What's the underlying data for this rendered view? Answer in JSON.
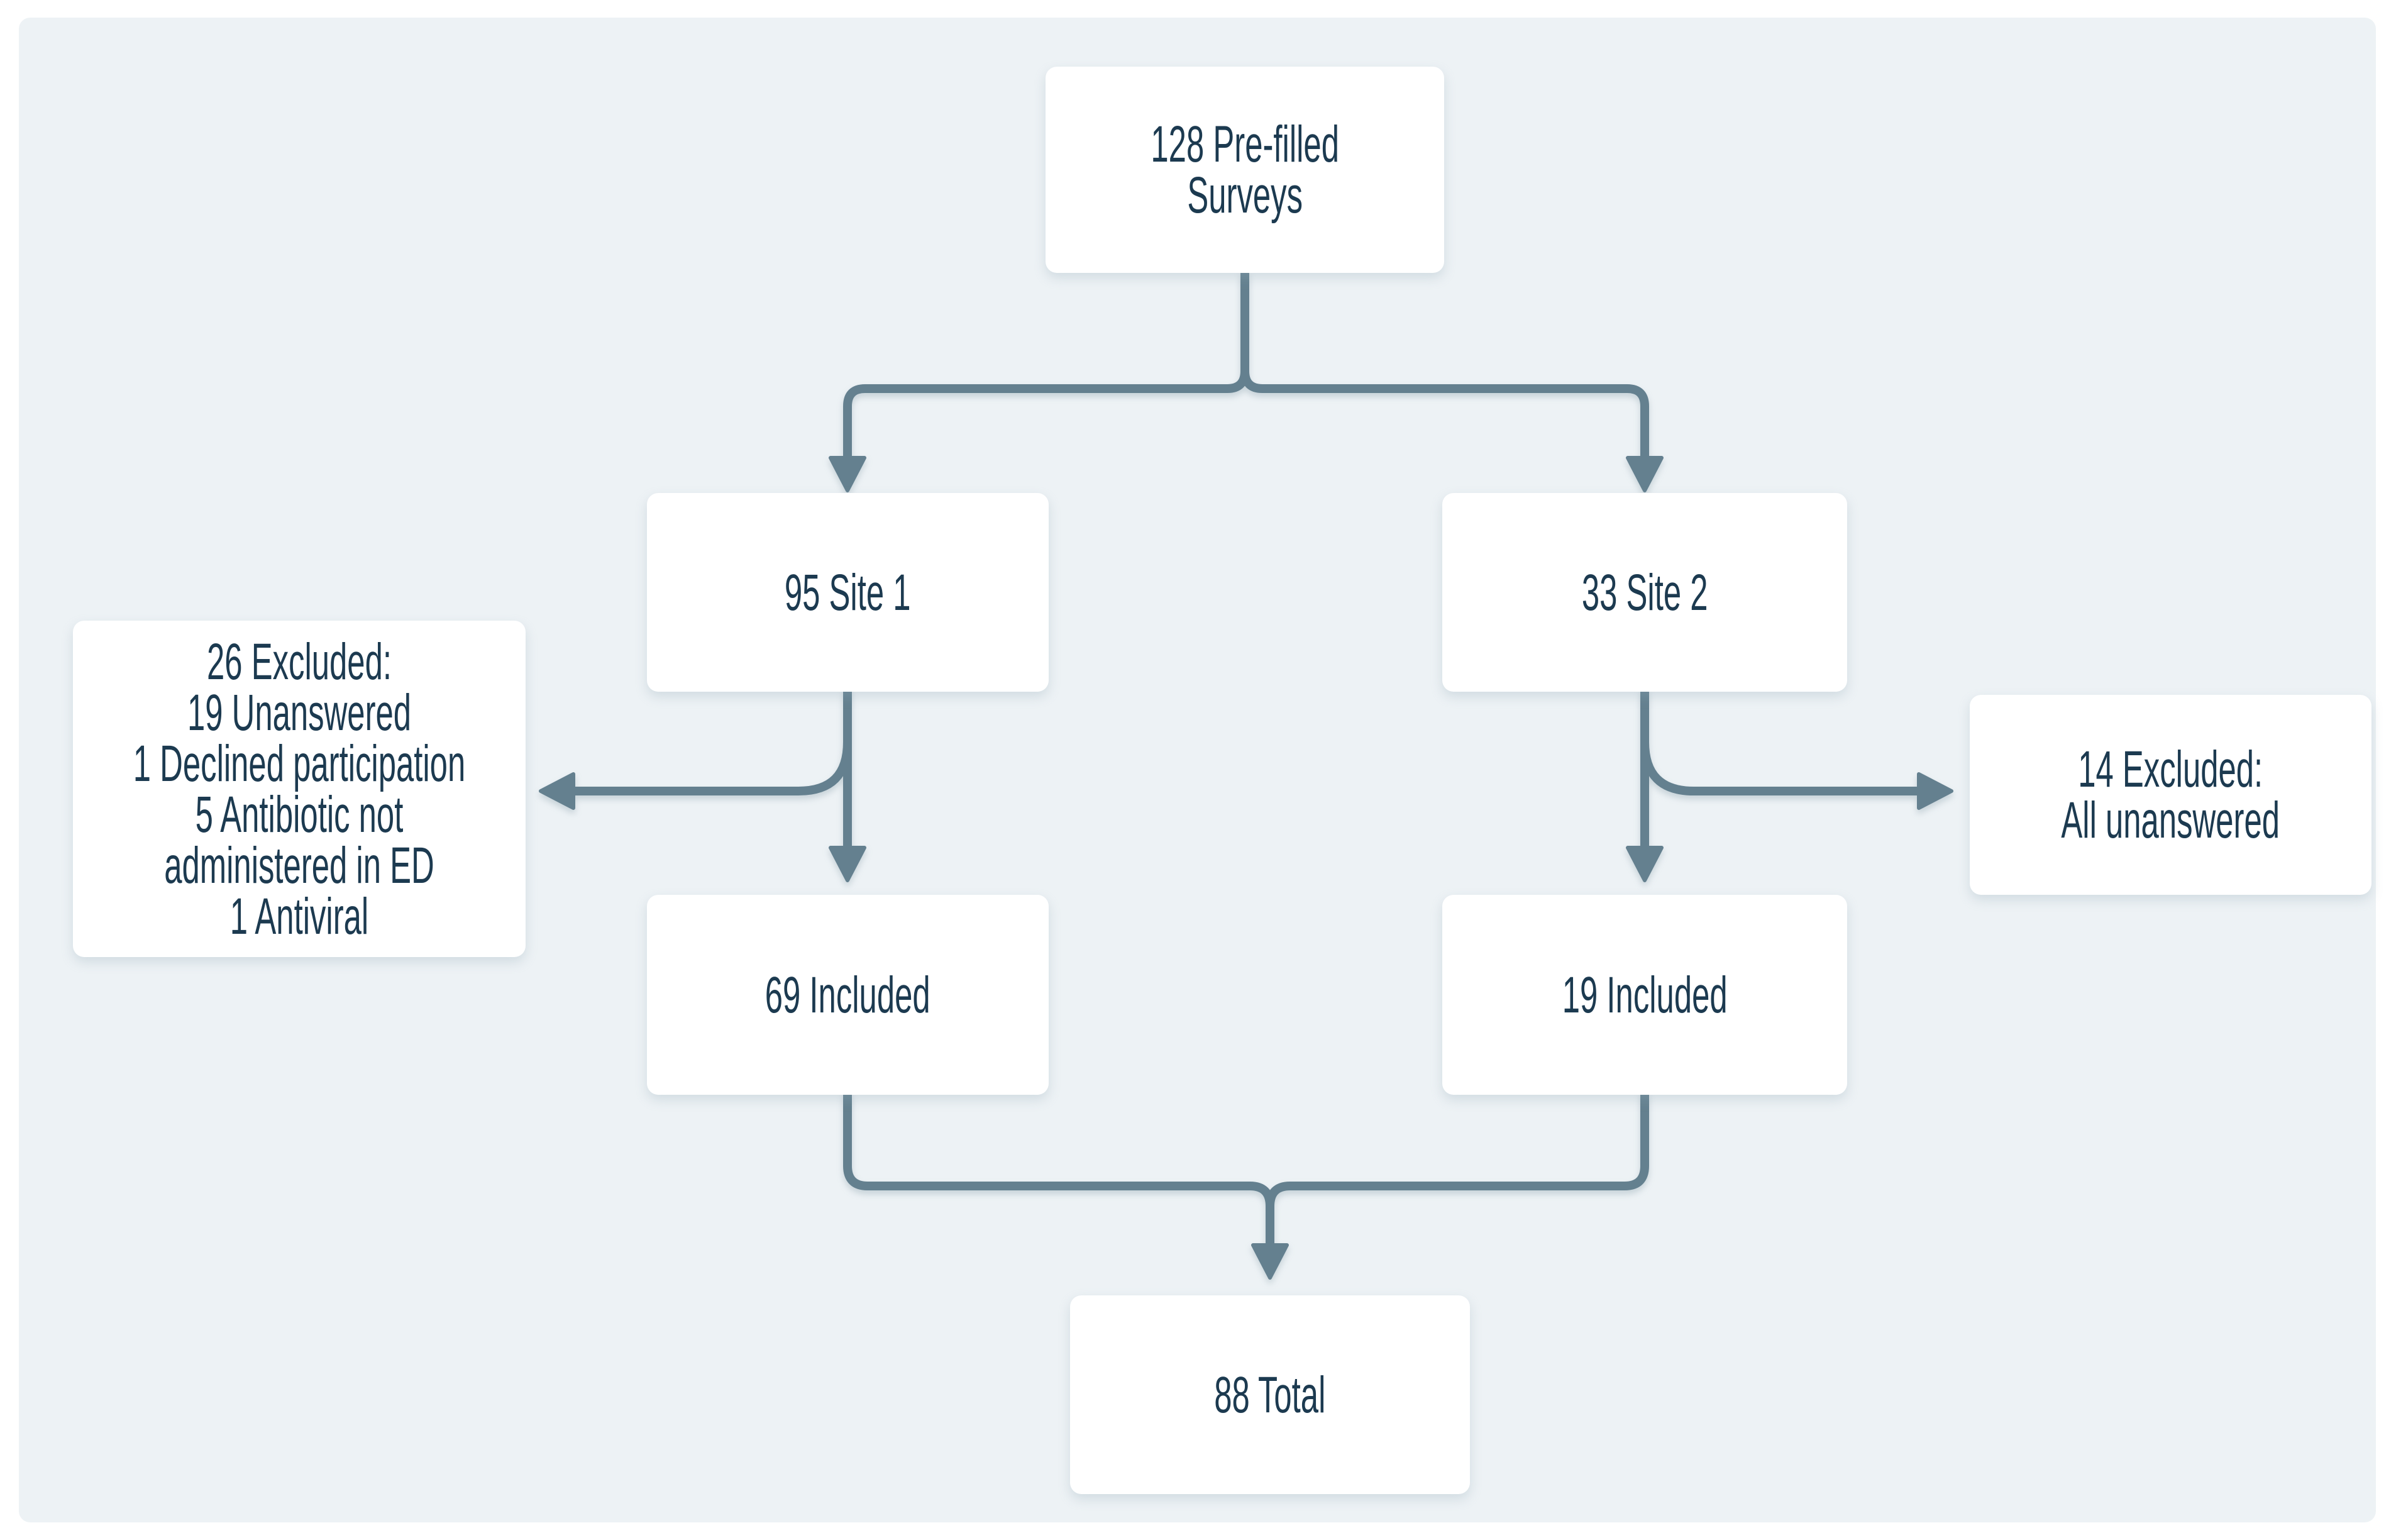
{
  "palette": {
    "page_background": "#ffffff",
    "panel_background": "#edf2f5",
    "node_background": "#ffffff",
    "connector_color": "#64808f",
    "text_color": "#1c3a50"
  },
  "nodes": {
    "prefilled_surveys": {
      "label": "128 Pre-filled\nSurveys"
    },
    "site1": {
      "label": "95 Site 1"
    },
    "site2": {
      "label": "33 Site 2"
    },
    "site1_excluded": {
      "label": "26 Excluded:\n19 Unanswered\n1 Declined participation\n5 Antibiotic not\nadministered in ED\n1 Antiviral"
    },
    "site2_excluded": {
      "label": "14 Excluded:\nAll unanswered"
    },
    "site1_included": {
      "label": "69 Included"
    },
    "site2_included": {
      "label": "19 Included"
    },
    "total": {
      "label": "88 Total"
    }
  },
  "edges": [
    {
      "from": "prefilled_surveys",
      "to": "site1",
      "direction": "down"
    },
    {
      "from": "prefilled_surveys",
      "to": "site2",
      "direction": "down"
    },
    {
      "from": "site1",
      "to": "site1_excluded",
      "direction": "left"
    },
    {
      "from": "site1",
      "to": "site1_included",
      "direction": "down"
    },
    {
      "from": "site2",
      "to": "site2_excluded",
      "direction": "right"
    },
    {
      "from": "site2",
      "to": "site2_included",
      "direction": "down"
    },
    {
      "from": "site1_included",
      "to": "total",
      "direction": "down"
    },
    {
      "from": "site2_included",
      "to": "total",
      "direction": "down"
    }
  ]
}
